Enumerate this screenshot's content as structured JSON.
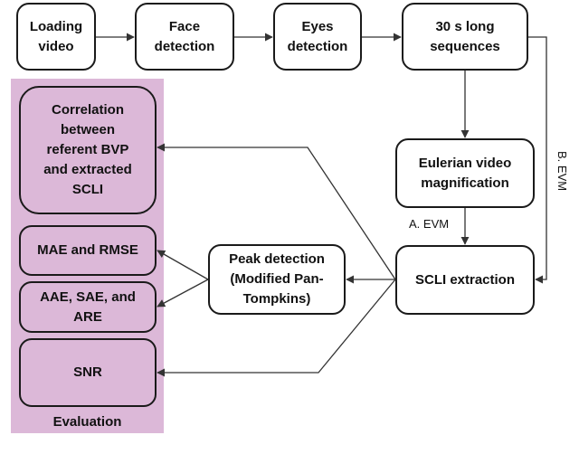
{
  "boxes": {
    "loading_video": "Loading\nvideo",
    "face_detection": "Face\ndetection",
    "eyes_detection": "Eyes\ndetection",
    "sequences": "30 s long\nsequences",
    "evm": "Eulerian video\nmagnification",
    "scli_extraction": "SCLI extraction",
    "peak_detection": "Peak detection\n(Modified Pan-\nTompkins)",
    "correlation": "Correlation\nbetween\nreferent BVP\nand extracted\nSCLI",
    "mae_rmse": "MAE and RMSE",
    "aae_sae_are": "AAE, SAE, and\nARE",
    "snr": "SNR"
  },
  "labels": {
    "evaluation": "Evaluation",
    "path_a": "A. EVM",
    "path_b": "B. EVM"
  },
  "colors": {
    "evaluation_panel": "#dcb8d8",
    "box_border": "#1a1a1a",
    "arrow": "#333333"
  }
}
